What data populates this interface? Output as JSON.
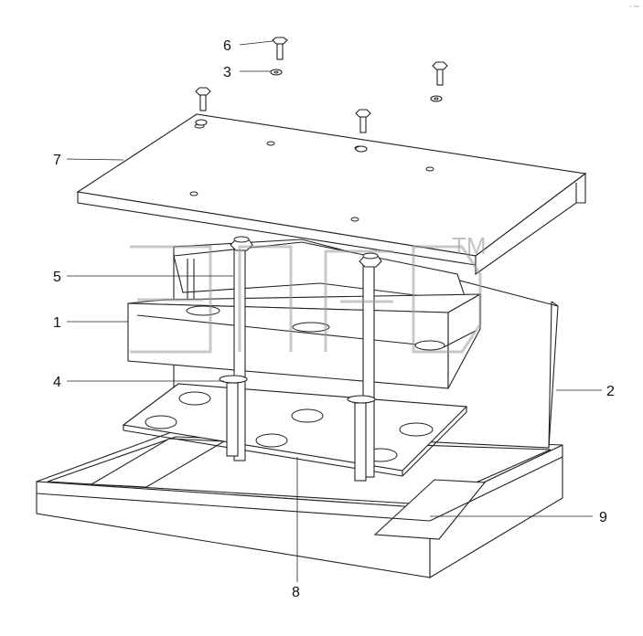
{
  "corner_mark": "ᵘᶜ ²⁰¹³",
  "watermark": {
    "logo_letters": "элф",
    "trademark": "TM"
  },
  "callouts": [
    {
      "id": "6",
      "label": "6"
    },
    {
      "id": "3",
      "label": "3"
    },
    {
      "id": "7",
      "label": "7"
    },
    {
      "id": "5",
      "label": "5"
    },
    {
      "id": "1",
      "label": "1"
    },
    {
      "id": "4",
      "label": "4"
    },
    {
      "id": "2",
      "label": "2"
    },
    {
      "id": "9",
      "label": "9"
    },
    {
      "id": "8",
      "label": "8"
    }
  ],
  "colors": {
    "line": "#222222",
    "watermark": "#9a9a9a",
    "background": "#ffffff"
  }
}
